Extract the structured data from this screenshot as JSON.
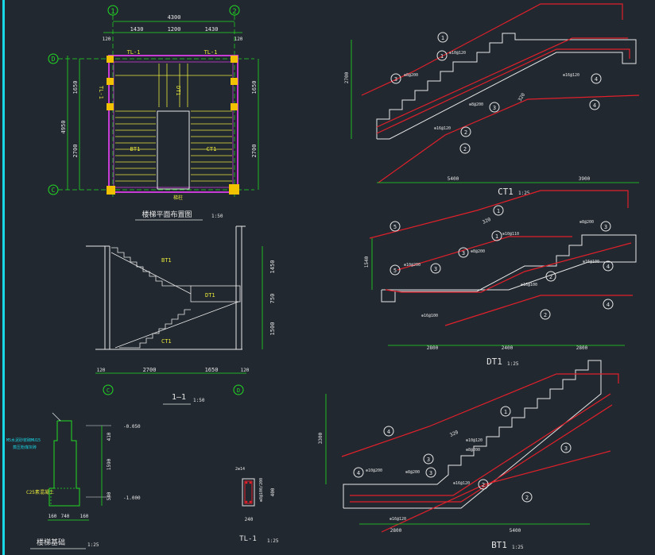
{
  "colors": {
    "background": "#212830",
    "dim": "#22dd22",
    "white": "#e6e6e6",
    "yellow": "#e8e83a",
    "red": "#e0202a",
    "magenta": "#c83cd6",
    "cyan": "#1ad7e6",
    "gold": "#f2c200"
  },
  "plan": {
    "title": "楼梯平面布置图",
    "scale": "1:50",
    "axes": {
      "left_top": "1",
      "right_top": "2",
      "side_top": "D",
      "side_bottom": "C"
    },
    "dims_top": [
      "4300",
      "1430",
      "1200",
      "1430"
    ],
    "edge_120": "120",
    "dims_left": [
      "4950",
      "1650",
      "2700"
    ],
    "dims_right": [
      "1650",
      "2700"
    ],
    "beam_top_left": "TL-1",
    "beam_top_right": "TL-1",
    "beam_left": "TL-1",
    "slab_dt": "DT1",
    "bt1": "BT1",
    "ct1": "CT1",
    "bottom_note": "梯柱"
  },
  "section": {
    "title": "1—1",
    "scale": "1:50",
    "bt1": "BT1",
    "dt1": "DT1",
    "ct1": "CT1",
    "dims_right": [
      "1450",
      "750",
      "1500"
    ],
    "dims_bottom": [
      "120",
      "2700",
      "1650",
      "120"
    ],
    "axis_c": "C",
    "axis_d": "D"
  },
  "foundation": {
    "title": "楼梯基础",
    "scale": "1:25",
    "note1": "M5水泥砂浆砌MU15",
    "note2": "蒸压粉煤灰砖",
    "concrete": "C25素混凝土",
    "elev_top": "-0.050",
    "elev_bottom": "-1.000",
    "dims_side": [
      "410",
      "1590",
      "540"
    ],
    "dims_bottom": [
      "160",
      "740",
      "160"
    ]
  },
  "tl1": {
    "title": "TL-1",
    "scale": "1:25",
    "top_bar": "2⊕14",
    "stirrup": "⊕8@100/200",
    "height": "400",
    "width": "240"
  },
  "ct1": {
    "title": "CT1",
    "scale": "1:25",
    "height": "2700",
    "thickness": "320",
    "rebar1": "⊕10@120",
    "rebar2": "⊕16@120",
    "rebar3": "⊕8@200",
    "rebar4": "⊕16@120",
    "rebar5": "⊕8@200",
    "dims_bottom": [
      "5400",
      "3900"
    ],
    "marks": [
      "1",
      "1",
      "2",
      "2",
      "3",
      "3",
      "4",
      "4"
    ]
  },
  "bt1_mid": {
    "title": "DT1",
    "scale": "1:25",
    "height": "1540",
    "thickness": "320",
    "rebar_a": "⊕10@110",
    "rebar_b": "⊕8@200",
    "rebar_c": "⊕10@200",
    "rebar_d": "⊕16@100",
    "rebar_e": "⊕16@100",
    "rebar_f": "⊕8@200",
    "rebar_g": "⊕16@100",
    "dims_bottom": [
      "2800",
      "2400",
      "2800"
    ],
    "marks": [
      "1",
      "1",
      "2",
      "2",
      "3",
      "3",
      "3",
      "4",
      "4",
      "5",
      "5"
    ]
  },
  "bt1": {
    "title": "BT1",
    "scale": "1:25",
    "height": "3300",
    "thickness": "320",
    "rebar_a": "⊕10@120",
    "rebar_b": "⊕8@200",
    "rebar_c": "⊕10@200",
    "rebar_d": "⊕8@200",
    "rebar_e": "⊕16@120",
    "rebar_f": "⊕16@120",
    "dims_bottom": [
      "2800",
      "5400"
    ],
    "marks": [
      "1",
      "2",
      "2",
      "3",
      "3",
      "3",
      "4",
      "4"
    ]
  }
}
